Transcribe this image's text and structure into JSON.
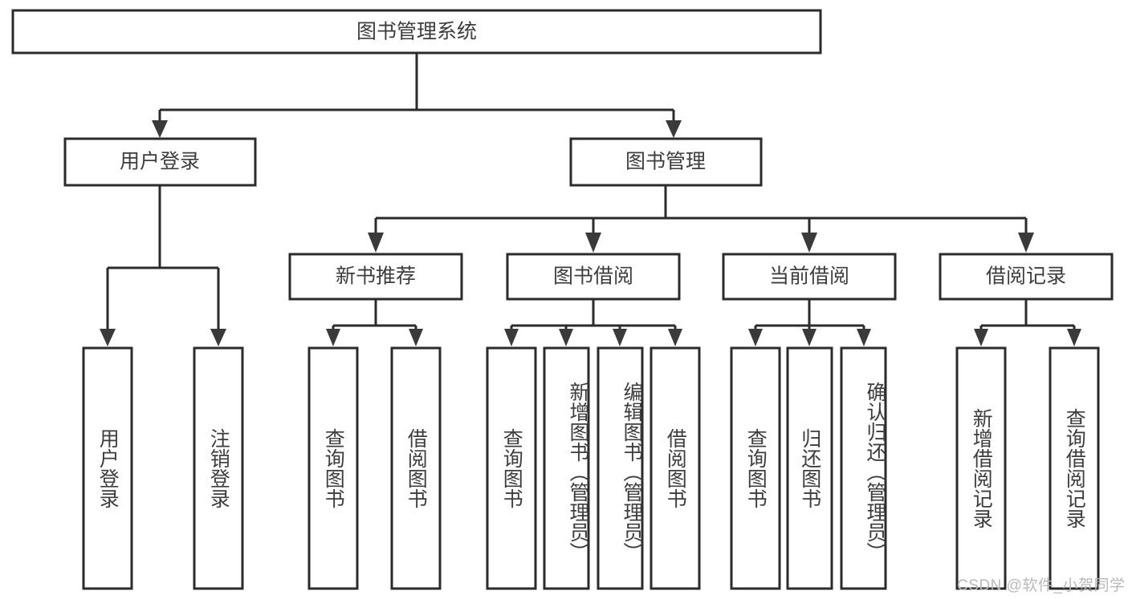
{
  "diagram": {
    "type": "tree-hierarchy",
    "title": "图书管理系统",
    "background_color": "#ffffff",
    "box_stroke_color": "#2b2b2b",
    "text_color": "#3d3d3d",
    "root": {
      "id": "root",
      "label": "图书管理系统"
    },
    "level2": [
      {
        "id": "user-login",
        "label": "用户登录"
      },
      {
        "id": "book-manage",
        "label": "图书管理"
      }
    ],
    "level3": [
      {
        "id": "new-book-recommend",
        "label": "新书推荐",
        "parent": "book-manage"
      },
      {
        "id": "book-borrow",
        "label": "图书借阅",
        "parent": "book-manage"
      },
      {
        "id": "current-borrow",
        "label": "当前借阅",
        "parent": "book-manage"
      },
      {
        "id": "borrow-record",
        "label": "借阅记录",
        "parent": "book-manage"
      }
    ],
    "leaves": {
      "user_login": [
        {
          "id": "leaf-user-login",
          "label": "用户登录"
        },
        {
          "id": "leaf-user-logout",
          "label": "注销登录"
        }
      ],
      "new_book_recommend": [
        {
          "id": "leaf-query-book-1",
          "label": "查询图书"
        },
        {
          "id": "leaf-borrow-book-1",
          "label": "借阅图书"
        }
      ],
      "book_borrow": [
        {
          "id": "leaf-query-book-2",
          "label": "查询图书"
        },
        {
          "id": "leaf-add-book",
          "label": "新增图书（管理员）"
        },
        {
          "id": "leaf-edit-book",
          "label": "编辑图书（管理员）"
        },
        {
          "id": "leaf-borrow-book-2",
          "label": "借阅图书"
        }
      ],
      "current_borrow": [
        {
          "id": "leaf-query-book-3",
          "label": "查询图书"
        },
        {
          "id": "leaf-return-book",
          "label": "归还图书"
        },
        {
          "id": "leaf-confirm-return",
          "label": "确认归还（管理员）"
        }
      ],
      "borrow_record": [
        {
          "id": "leaf-add-record",
          "label": "新增借阅记录"
        },
        {
          "id": "leaf-query-record",
          "label": "查询借阅记录"
        }
      ]
    }
  },
  "watermark": {
    "text": "CSDN @软件_小贺同学"
  }
}
